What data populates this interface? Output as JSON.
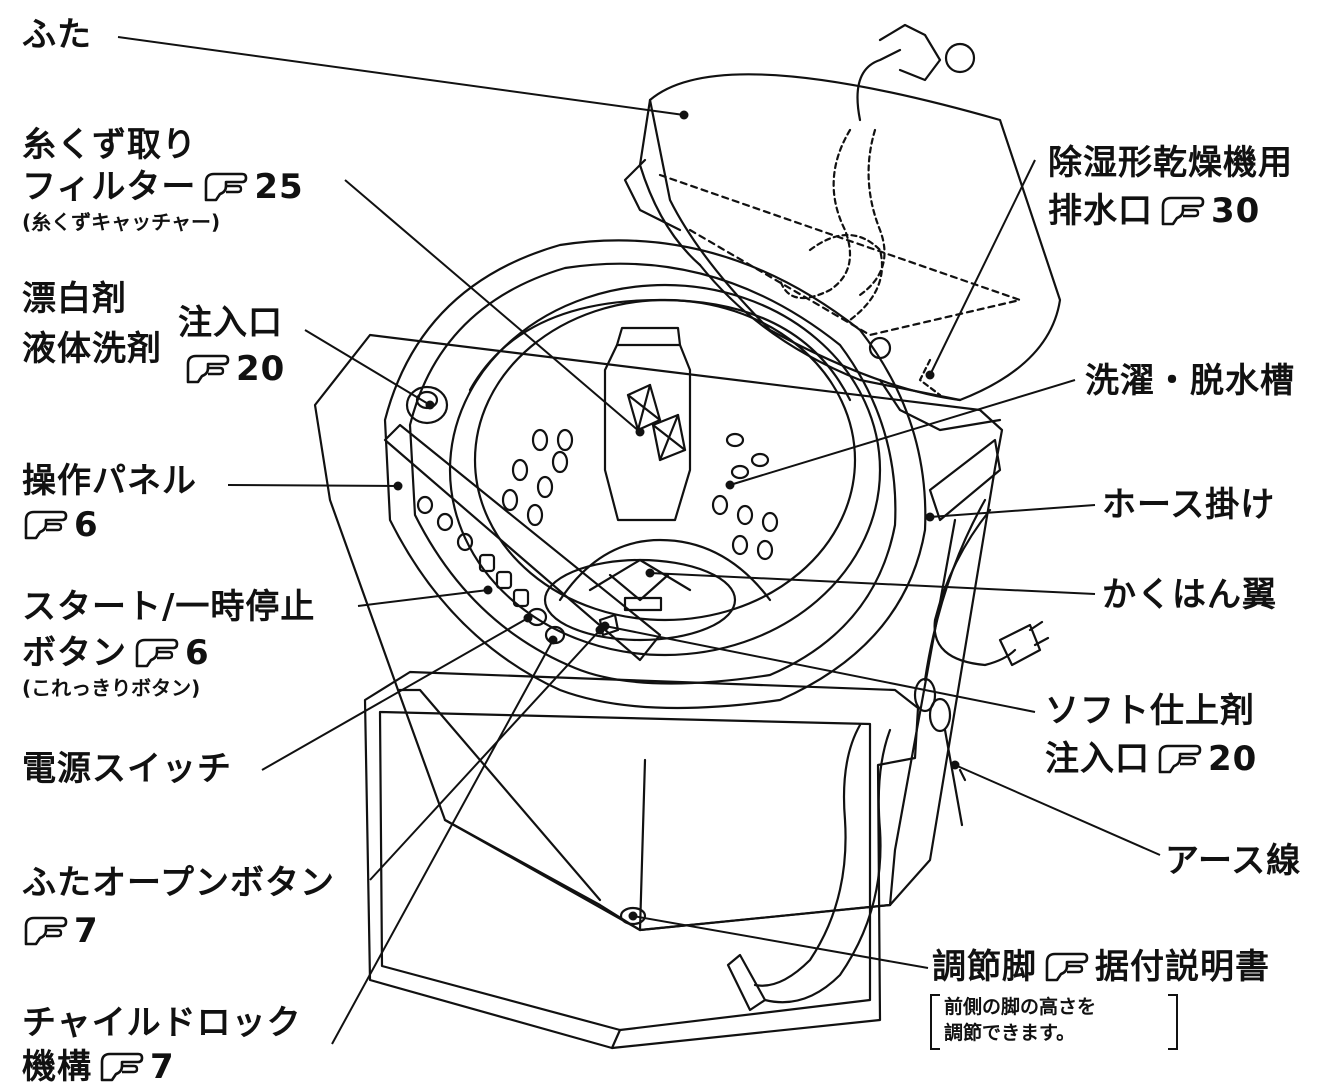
{
  "labels": {
    "lid": "ふた",
    "lint_filter_1": "糸くず取り",
    "lint_filter_2": "フィルター",
    "lint_filter_page": "25",
    "lint_filter_sub": "(糸くずキャッチャー)",
    "dehumid_1": "除湿形乾燥機用",
    "dehumid_2": "排水口",
    "dehumid_page": "30",
    "bleach_1": "漂白剤",
    "bleach_2": "液体洗剤",
    "inlet": "注入口",
    "inlet_page": "20",
    "tub": "洗濯・脱水槽",
    "panel": "操作パネル",
    "panel_page": "6",
    "hose_hook": "ホース掛け",
    "agitator": "かくはん翼",
    "start_1": "スタート/一時停止",
    "start_2": "ボタン",
    "start_page": "6",
    "start_sub": "(これっきりボタン)",
    "softener_1": "ソフト仕上剤",
    "softener_2": "注入口",
    "softener_page": "20",
    "power": "電源スイッチ",
    "earth": "アース線",
    "lid_open_1": "ふたオープンボタン",
    "lid_open_page": "7",
    "foot": "調節脚",
    "foot_ref": "据付説明書",
    "foot_note_1": "前側の脚の高さを",
    "foot_note_2": "調節できます。",
    "child_lock_1": "チャイルドロック",
    "child_lock_2": "機構",
    "child_lock_page": "7"
  },
  "icons": {
    "reference": "pointing-hand-icon"
  }
}
